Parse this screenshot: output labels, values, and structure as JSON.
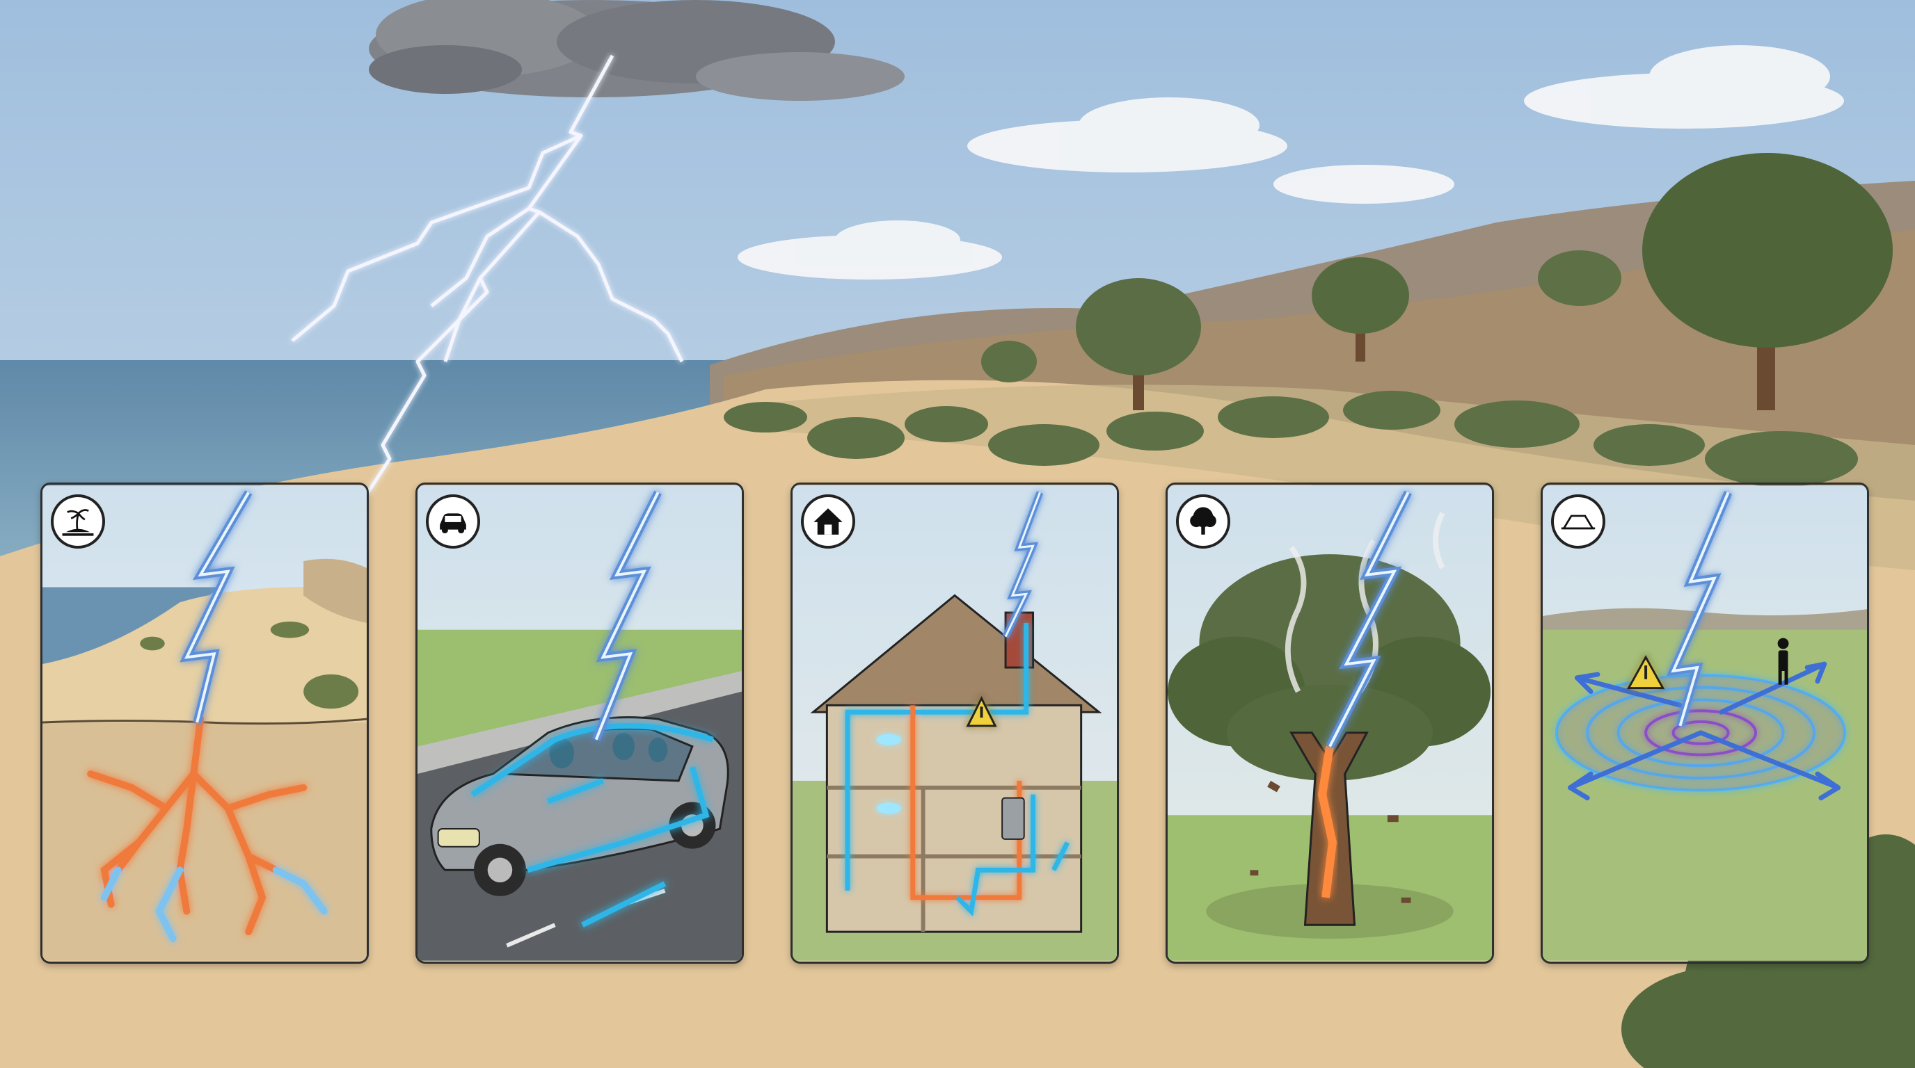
{
  "palette": {
    "sky_top": "#9fbedd",
    "sky_bottom": "#dfe8ee",
    "ocean": "#5f89a8",
    "sand": "#e3c79b",
    "hill": "#a58d6e",
    "foliage": "#5d7046",
    "bolt_glow": "#9fd6ff",
    "current_blue": "#2fb6e8",
    "current_orange": "#f07a3a",
    "ripple_purple": "#8a4fc8"
  },
  "cards": [
    {
      "id": "beach",
      "icon": "beach-palm-icon",
      "hazard": "ground-current-spread"
    },
    {
      "id": "car",
      "icon": "car-icon",
      "hazard": "current-through-car-body"
    },
    {
      "id": "house",
      "icon": "house-icon",
      "hazard": "current-through-plumbing-and-wiring"
    },
    {
      "id": "tree",
      "icon": "tree-icon",
      "hazard": "tree-strike-explosion"
    },
    {
      "id": "open-field",
      "icon": "open-field-icon",
      "hazard": "ground-ripple-warning"
    }
  ]
}
